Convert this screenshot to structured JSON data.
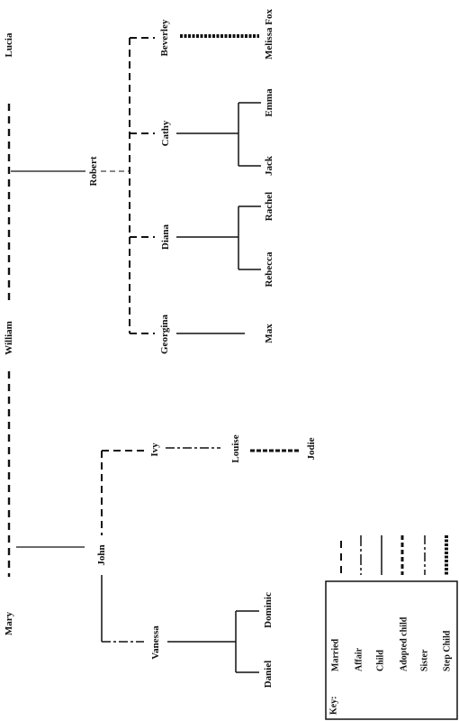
{
  "people": {
    "lucia": "Lucia",
    "william": "William",
    "mary": "Mary",
    "robert": "Robert",
    "john": "John",
    "beverley": "Beverley",
    "melissa_fox": "Melissa Fox",
    "cathy": "Cathy",
    "emma": "Emma",
    "jack": "Jack",
    "diana": "Diana",
    "rachel": "Rachel",
    "rebecca": "Rebecca",
    "georgina": "Georgina",
    "max": "Max",
    "ivy": "Ivy",
    "louise": "Louise",
    "jodie": "Jodie",
    "vanessa": "Vanessa",
    "dominic": "Dominic",
    "daniel": "Daniel"
  },
  "key": {
    "title": "Key:",
    "married": "Married",
    "affair": "Affair",
    "child": "Child",
    "adopted_child": "Adopted child",
    "sister": "Sister",
    "step_child": "Step Child"
  }
}
